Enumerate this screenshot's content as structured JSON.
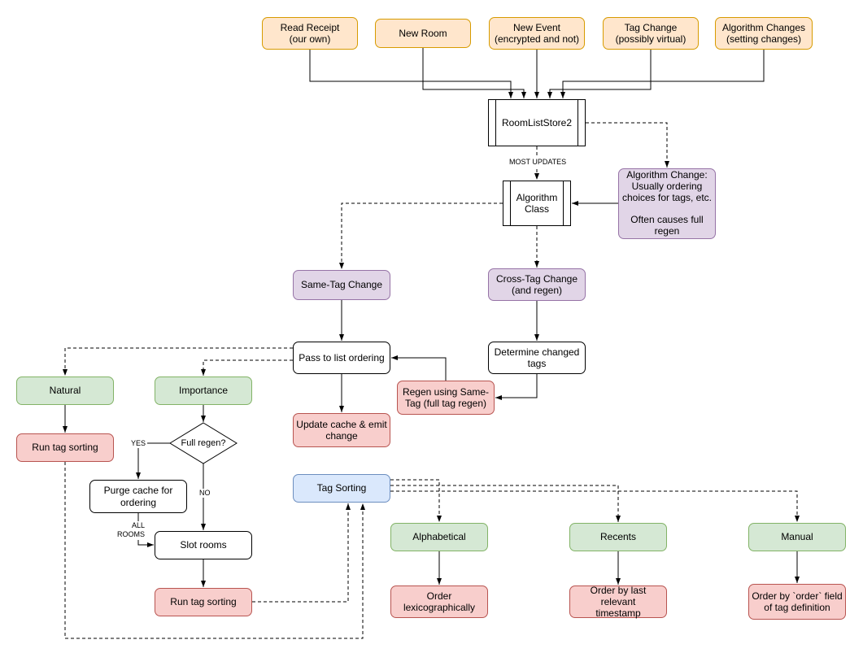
{
  "diagram": {
    "nodes": {
      "read_receipt": {
        "label": "Read Receipt\n(our own)"
      },
      "new_room": {
        "label": "New Room"
      },
      "new_event": {
        "label": "New Event\n(encrypted and not)"
      },
      "tag_change": {
        "label": "Tag Change\n(possibly virtual)"
      },
      "algorithm_changes": {
        "label": "Algorithm Changes\n(setting changes)"
      },
      "room_list_store": {
        "label": "RoomListStore2"
      },
      "algorithm_class": {
        "label": "Algorithm\nClass"
      },
      "algorithm_change_note": {
        "label": "Algorithm Change:\nUsually ordering\nchoices for tags, etc.\n\nOften causes full\nregen"
      },
      "same_tag_change": {
        "label": "Same-Tag Change"
      },
      "cross_tag_change": {
        "label": "Cross-Tag Change\n(and regen)"
      },
      "pass_to_list_ordering": {
        "label": "Pass to list ordering"
      },
      "determine_changed_tags": {
        "label": "Determine changed\ntags"
      },
      "regen_same_tag": {
        "label": "Regen using Same-\nTag (full tag regen)"
      },
      "update_cache": {
        "label": "Update cache & emit\nchange"
      },
      "natural": {
        "label": "Natural"
      },
      "importance": {
        "label": "Importance"
      },
      "run_tag_sorting_left": {
        "label": "Run tag sorting"
      },
      "full_regen": {
        "label": "Full regen?"
      },
      "purge_cache": {
        "label": "Purge cache for\nordering"
      },
      "slot_rooms": {
        "label": "Slot rooms"
      },
      "run_tag_sorting_mid": {
        "label": "Run tag sorting"
      },
      "tag_sorting": {
        "label": "Tag Sorting"
      },
      "alphabetical": {
        "label": "Alphabetical"
      },
      "recents": {
        "label": "Recents"
      },
      "manual": {
        "label": "Manual"
      },
      "order_lexicographically": {
        "label": "Order\nlexicographically"
      },
      "order_by_timestamp": {
        "label": "Order by last relevant\ntimestamp"
      },
      "order_by_field": {
        "label": "Order by `order` field\nof tag definition"
      }
    },
    "edge_labels": {
      "most_updates": "MOST UPDATES",
      "yes": "YES",
      "no": "NO",
      "all_rooms": "ALL\nROOMS"
    },
    "colors": {
      "orange_fill": "#ffe6cc",
      "orange_stroke": "#d79b00",
      "purple_fill": "#e1d5e7",
      "purple_stroke": "#9673a6",
      "green_fill": "#d5e8d4",
      "green_stroke": "#82b366",
      "red_fill": "#f8cecc",
      "red_stroke": "#b85450",
      "blue_fill": "#dae8fc",
      "blue_stroke": "#6c8ebf"
    }
  }
}
